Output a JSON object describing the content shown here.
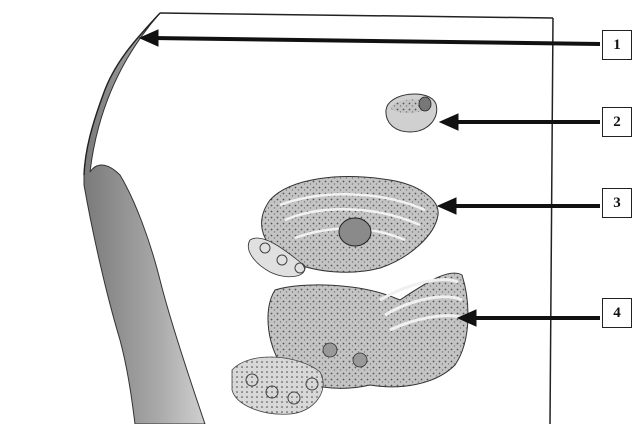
{
  "labels": [
    {
      "id": 1,
      "text": "1"
    },
    {
      "id": 2,
      "text": "2"
    },
    {
      "id": 3,
      "text": "3"
    },
    {
      "id": 4,
      "text": "4"
    }
  ],
  "colors": {
    "ink": "#1a1a1a",
    "wall_shade": "#9a9a9a",
    "organelle_fill": "#b8b8b8",
    "paper": "#ffffff"
  }
}
